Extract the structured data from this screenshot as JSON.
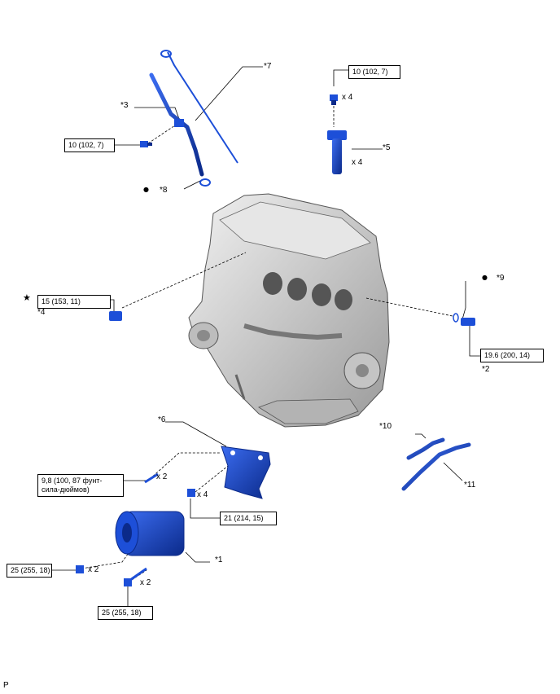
{
  "torques": {
    "t1": "10 (102, 7)",
    "t2": "10 (102, 7)",
    "t3": "15 (153, 11)",
    "t4": "19.6 (200, 14)",
    "t5": "9,8 (100, 87 фунт-сила-дюймов)",
    "t6": "21 (214, 15)",
    "t7": "25 (255, 18)",
    "t8": "25 (255, 18)"
  },
  "callouts": {
    "c1": "*1",
    "c2": "*2",
    "c3": "*3",
    "c4": "*4",
    "c5": "*5",
    "c6": "*6",
    "c7": "*7",
    "c8": "*8",
    "c9": "*9",
    "c10": "*10",
    "c11": "*11"
  },
  "quantities": {
    "q_bolt_top": "x 4",
    "q_coil": "x 4",
    "q_stud": "x 2",
    "q_bracket_bolt": "x 4",
    "q_nut": "x 2",
    "q_comp_bolt": "x 2"
  },
  "symbols": {
    "dot8": "●",
    "dot9": "●",
    "star4": "★"
  },
  "footer": {
    "page_code": "P"
  },
  "colors": {
    "part_blue": "#1d4fd8",
    "part_dark": "#0b2a8a",
    "engine_gray": "#c8c8c8"
  }
}
